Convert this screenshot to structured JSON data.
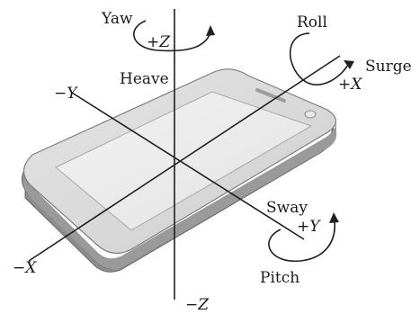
{
  "labels": {
    "yaw": "Yaw",
    "roll": "Roll",
    "heave": "Heave",
    "surge": "Surge",
    "sway": "Sway",
    "pitch": "Pitch"
  },
  "axes": {
    "plus_z_sign": "+",
    "plus_z_letter": "Z",
    "minus_z_sign": "−",
    "minus_z_letter": "Z",
    "plus_x_sign": "+",
    "plus_x_letter": "X",
    "minus_x_sign": "−",
    "minus_x_letter": "X",
    "plus_y_sign": "+",
    "plus_y_letter": "Y",
    "minus_y_sign": "−",
    "minus_y_letter": "Y"
  },
  "colors": {
    "phone_body": "#d9d9d9",
    "phone_side": "#8a8a8a",
    "phone_screen": "#ebebeb",
    "lines": "#1f1f1f"
  }
}
